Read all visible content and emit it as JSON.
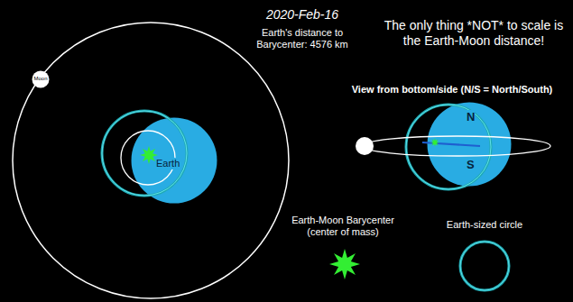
{
  "diagram": {
    "title": "2020-Feb-16",
    "nodes": [
      {
        "text": [
          "Moon"
        ]
      },
      {
        "text": [
          "Earth"
        ]
      },
      {
        "text": [
          "N",
          "S"
        ]
      }
    ],
    "labels": [
      "Earth's distance to Barycenter: 4576 km",
      "The only thing *NOT* to scale is the Earth-Moon distance!",
      "View from bottom/side (N/S = North/South)"
    ],
    "legend": [
      {
        "text": "Earth-Moon Barycenter (center of mass)"
      },
      {
        "text": "Earth-sized circle"
      }
    ]
  }
}
